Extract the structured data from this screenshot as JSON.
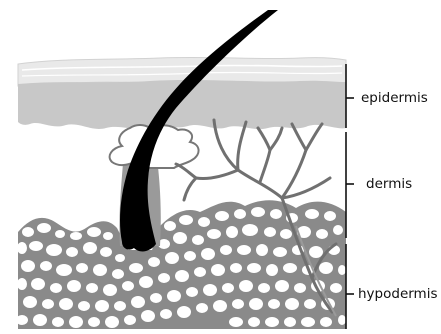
{
  "labels": {
    "epidermis": "epidermis",
    "dermis": "dermis",
    "hypodermis": "hypodermis"
  },
  "colors": {
    "stratum_corneum": "#e8e8e8",
    "epidermis": "#c9c9c9",
    "hypodermis": "#8c8c8c",
    "fat_cells": "#ffffff",
    "structure_lines": "#6f6f6f",
    "hair": "#000000",
    "bracket": "#111111"
  },
  "icons": {
    "hair": "hair-shaft",
    "gland": "sebaceous-gland",
    "vessels": "branching-vessels",
    "fat": "fat-lobules"
  }
}
